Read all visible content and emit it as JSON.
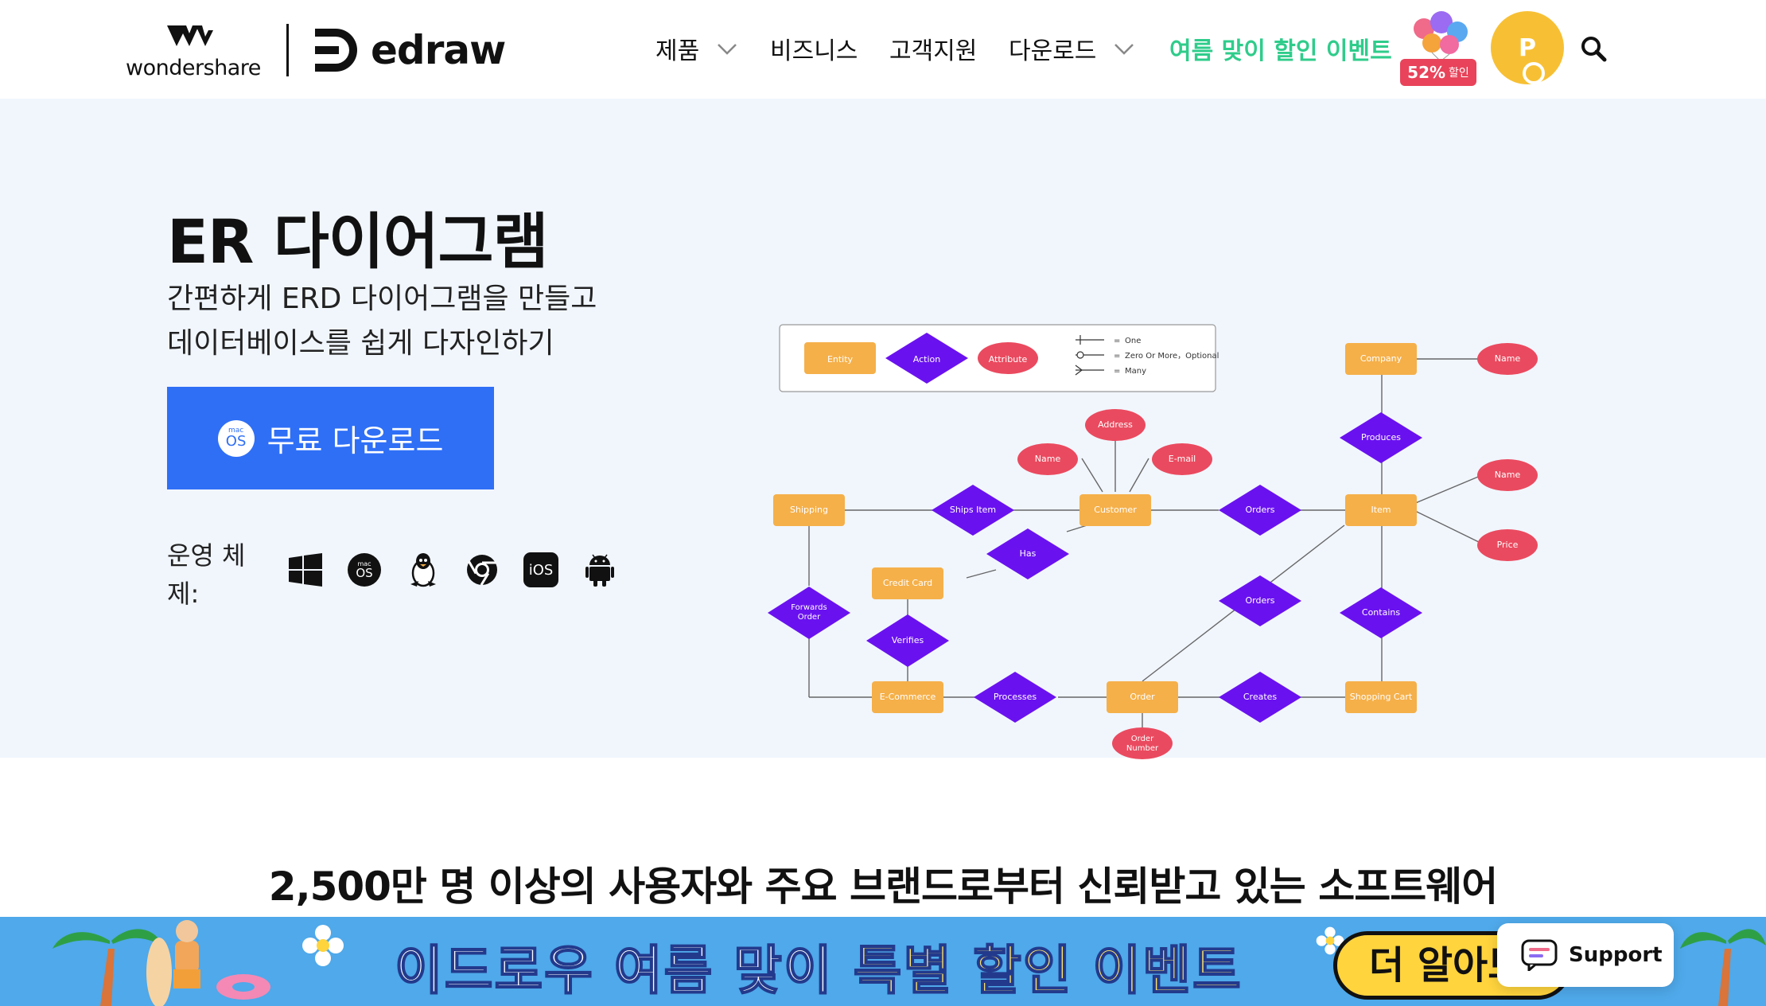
{
  "header": {
    "brand_wondershare": "wondershare",
    "brand_edraw": "edraw",
    "nav": [
      {
        "label": "제품",
        "has_dropdown": true
      },
      {
        "label": "비즈니스",
        "has_dropdown": false
      },
      {
        "label": "고객지원",
        "has_dropdown": false
      },
      {
        "label": "다운로드",
        "has_dropdown": true
      },
      {
        "label": "여름 맞이 할인 이벤트",
        "has_dropdown": false,
        "color": "#2fcc8b"
      }
    ],
    "promo_percent": "52%",
    "promo_suffix": "할인",
    "avatar_initial": "P",
    "avatar_color": "#f7c034"
  },
  "hero": {
    "title": "ER 다이어그램",
    "subtitle_line1": "간편하게 ERD 다이어그램을 만들고",
    "subtitle_line2": "데이터베이스를 쉽게 다자인하기",
    "download_label": "무료 다운로드",
    "download_icon_top": "mac",
    "download_icon_main": "OS",
    "download_color": "#2f6ff6",
    "os_label": "운영 체제:",
    "os_icons": [
      "windows-icon",
      "macos-icon",
      "linux-icon",
      "chrome-icon",
      "ios-icon",
      "android-icon"
    ],
    "os_macos_top": "mac",
    "os_macos_main": "OS",
    "os_ios": "iOS"
  },
  "diagram": {
    "legend": {
      "entity": "Entity",
      "action": "Action",
      "attribute": "Attribute",
      "one": "One",
      "zero_or_more": "Zero Or More，Optional",
      "many": "Many"
    },
    "entities": {
      "company": "Company",
      "customer": "Customer",
      "item": "Item",
      "shipping": "Shipping",
      "credit_card": "Credit Card",
      "ecommerce": "E-Commerce",
      "order": "Order",
      "shopping_cart": "Shopping Cart"
    },
    "relations": {
      "produces": "Produces",
      "ships_item": "Ships Item",
      "orders_1": "Orders",
      "has": "Has",
      "orders_2": "Orders",
      "contains": "Contains",
      "forwards_line1": "Forwards",
      "forwards_line2": "Order",
      "verifies": "Verifies",
      "processes": "Processes",
      "creates": "Creates"
    },
    "attributes": {
      "company_name": "Name",
      "address": "Address",
      "customer_name": "Name",
      "email": "E-mail",
      "item_name": "Name",
      "price": "Price",
      "order_number_line1": "Order",
      "order_number_line2": "Number"
    },
    "colors": {
      "entity": "#f5b04a",
      "relation": "#6a11f0",
      "attribute": "#ea4a5f"
    }
  },
  "trust_heading": "2,500만 명 이상의 사용자와 주요 브랜드로부터 신뢰받고 있는 소프트웨어",
  "banner": {
    "text_white": "이드로우 여름 맞이 ",
    "text_yellow": "특별 할인 이벤트",
    "button_label": "더 알아보",
    "background": "#4fa9ea"
  },
  "support": {
    "label": "Support"
  }
}
